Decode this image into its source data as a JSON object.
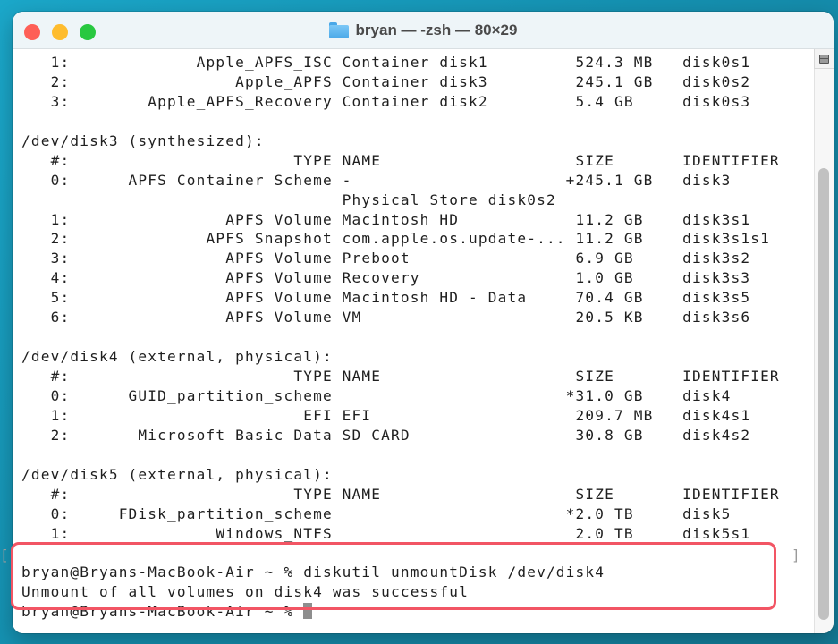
{
  "window": {
    "title": "bryan — -zsh — 80×29",
    "title_icon": "folder-icon",
    "controls": {
      "close_color": "#fe5f57",
      "minimize_color": "#febc2e",
      "maximize_color": "#28c840"
    }
  },
  "terminal": {
    "lines": [
      "   1:             Apple_APFS_ISC Container disk1         524.3 MB   disk0s1",
      "   2:                 Apple_APFS Container disk3         245.1 GB   disk0s2",
      "   3:        Apple_APFS_Recovery Container disk2         5.4 GB     disk0s3",
      "",
      "/dev/disk3 (synthesized):",
      "   #:                       TYPE NAME                    SIZE       IDENTIFIER",
      "   0:      APFS Container Scheme -                      +245.1 GB   disk3",
      "                                 Physical Store disk0s2",
      "   1:                APFS Volume Macintosh HD            11.2 GB    disk3s1",
      "   2:              APFS Snapshot com.apple.os.update-... 11.2 GB    disk3s1s1",
      "   3:                APFS Volume Preboot                 6.9 GB     disk3s2",
      "   4:                APFS Volume Recovery                1.0 GB     disk3s3",
      "   5:                APFS Volume Macintosh HD - Data     70.4 GB    disk3s5",
      "   6:                APFS Volume VM                      20.5 KB    disk3s6",
      "",
      "/dev/disk4 (external, physical):",
      "   #:                       TYPE NAME                    SIZE       IDENTIFIER",
      "   0:      GUID_partition_scheme                        *31.0 GB    disk4",
      "   1:                        EFI EFI                     209.7 MB   disk4s1",
      "   2:       Microsoft Basic Data SD CARD                 30.8 GB    disk4s2",
      "",
      "/dev/disk5 (external, physical):",
      "   #:                       TYPE NAME                    SIZE       IDENTIFIER",
      "   0:     FDisk_partition_scheme                        *2.0 TB     disk5",
      "   1:               Windows_NTFS                         2.0 TB     disk5s1",
      "",
      "bryan@Bryans-MacBook-Air ~ % diskutil unmountDisk /dev/disk4",
      "Unmount of all volumes on disk4 was successful",
      "bryan@Bryans-MacBook-Air ~ % "
    ],
    "prompt": "bryan@Bryans-MacBook-Air ~ %",
    "command": "diskutil unmountDisk /dev/disk4",
    "command_output": "Unmount of all volumes on disk4 was successful",
    "mark_left": "[",
    "mark_right": "]"
  },
  "annotation": {
    "highlight_color": "#f25564"
  }
}
